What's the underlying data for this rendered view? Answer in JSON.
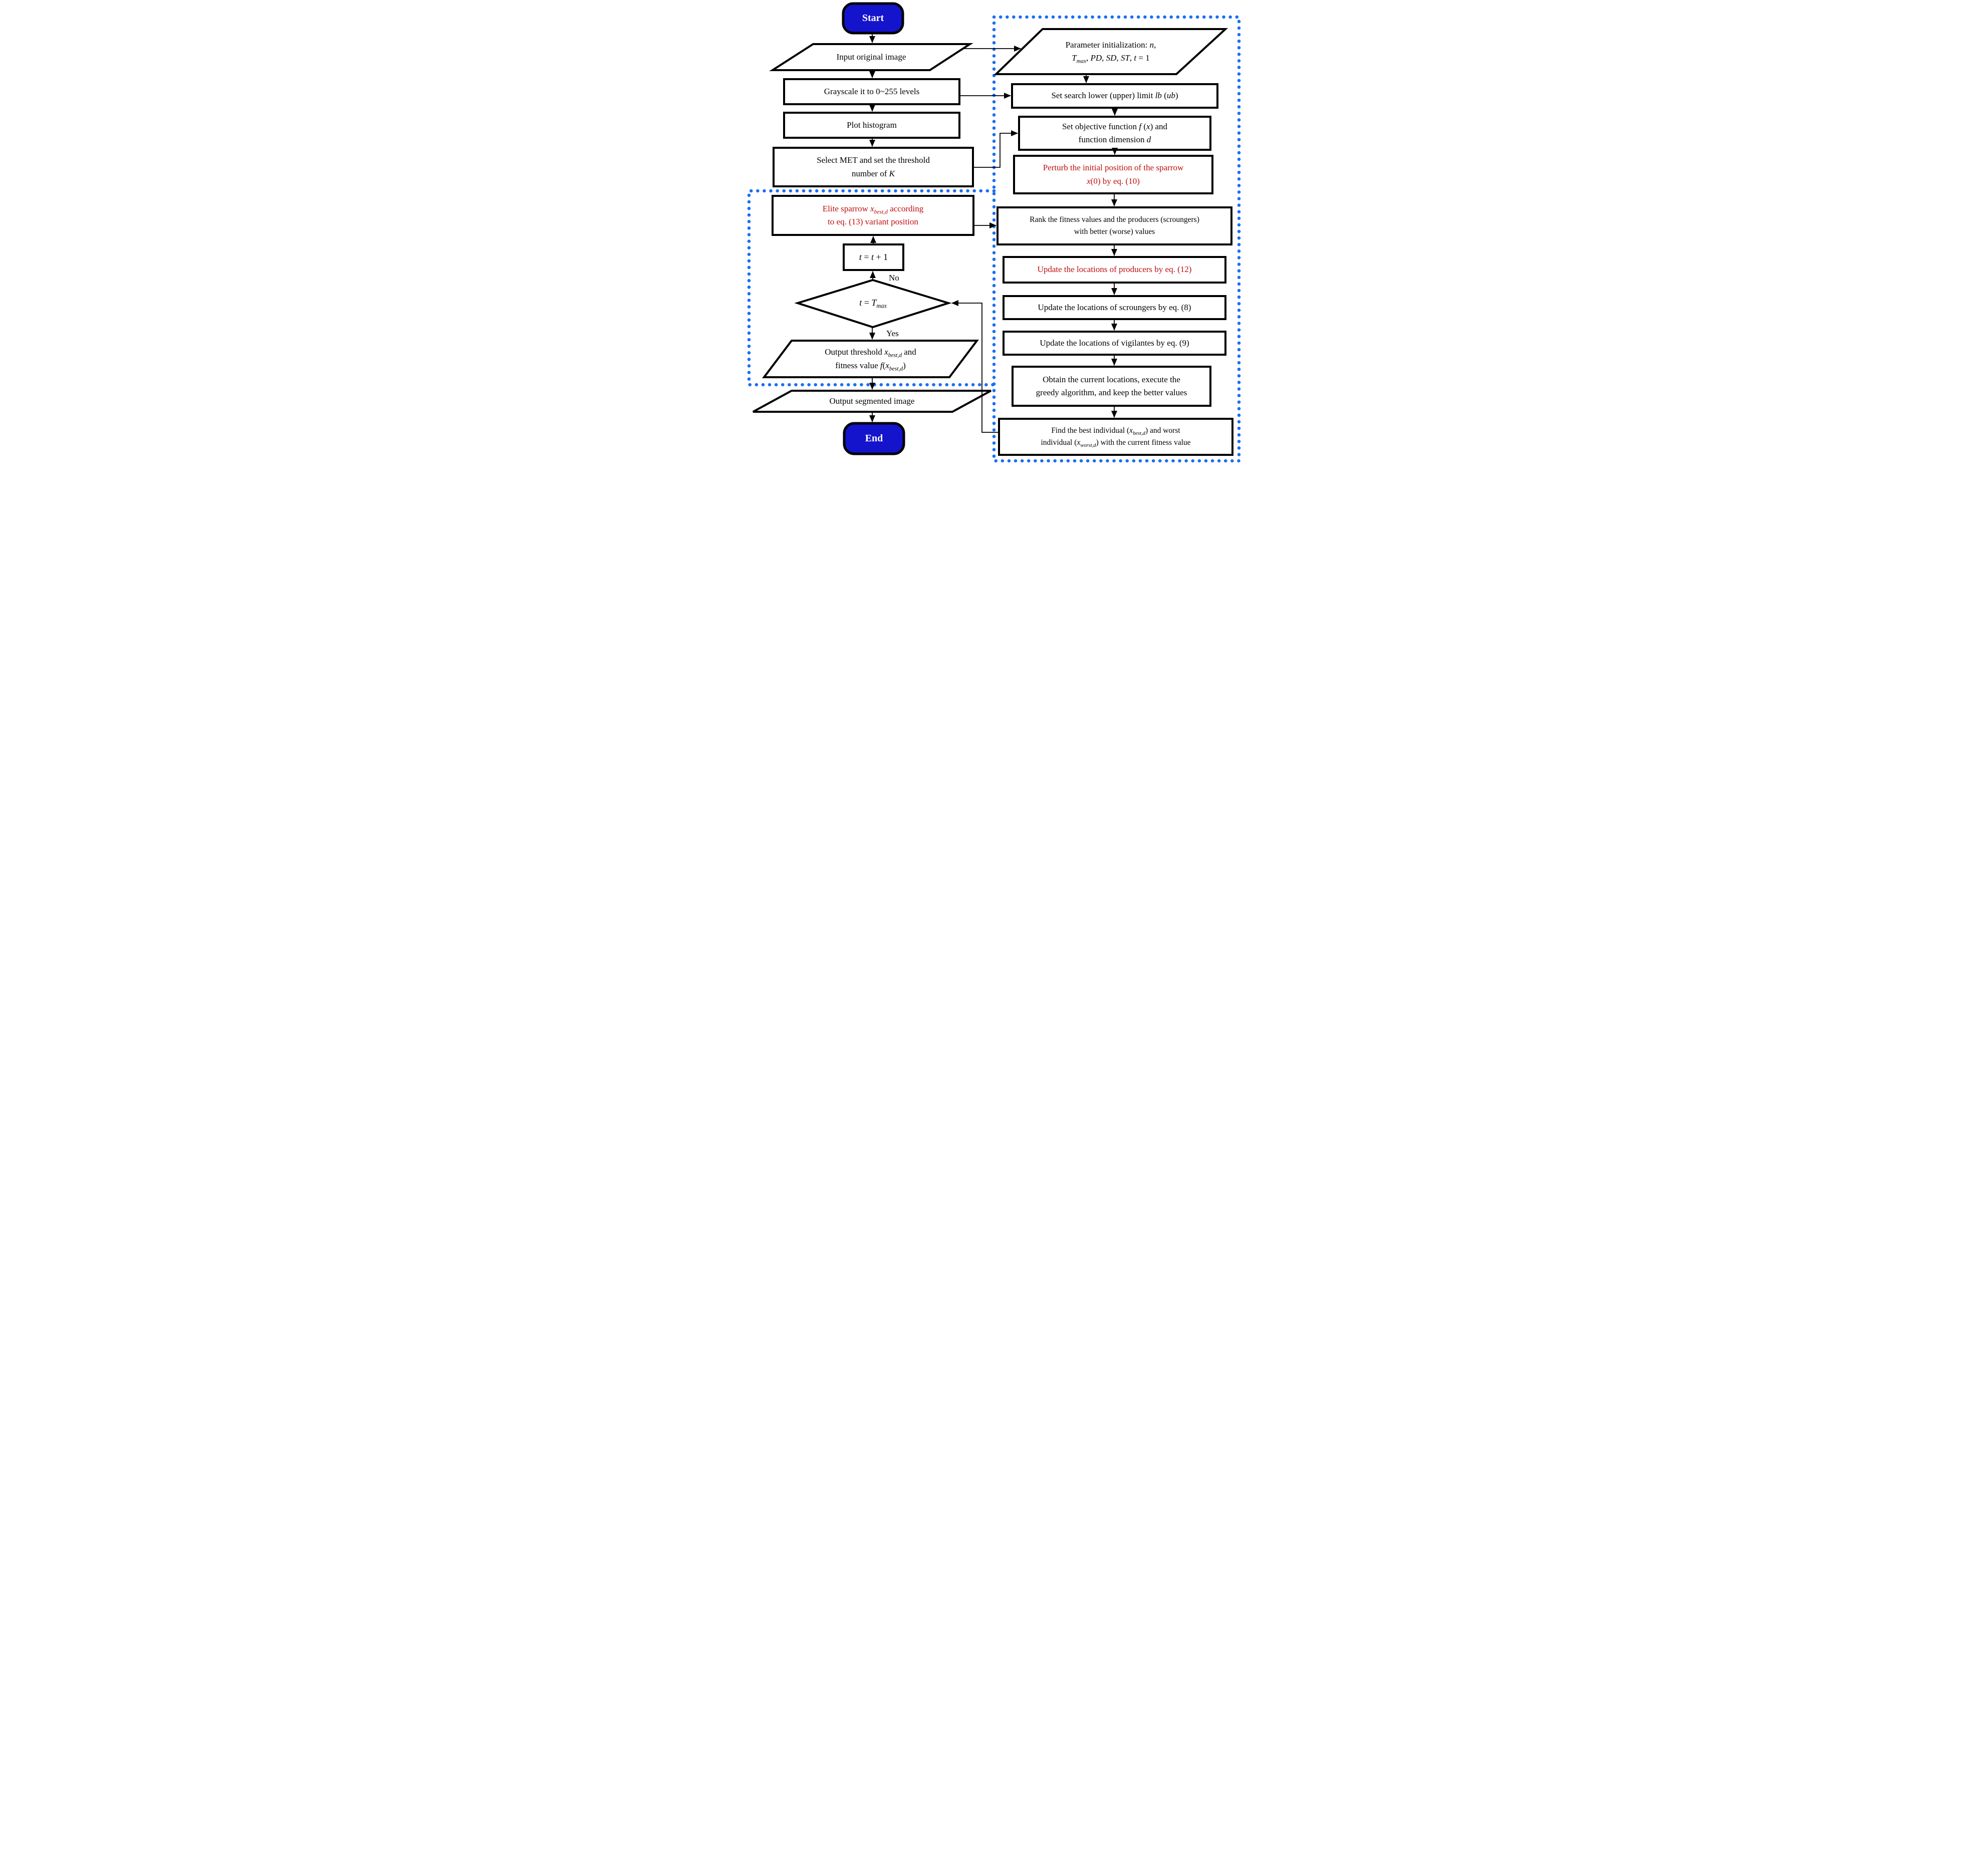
{
  "palette": {
    "terminal_fill": "#1414cc",
    "terminal_text": "#ffffff",
    "dotted_border_blue": "#1b6ef3",
    "highlight_red_text": "#c00d0d",
    "shape_border": "#000000",
    "shape_fill": "#ffffff"
  },
  "edge_labels": {
    "no": "No",
    "yes": "Yes"
  },
  "nodes": {
    "start": {
      "type": "terminal",
      "label": "Start"
    },
    "end": {
      "type": "terminal",
      "label": "End"
    },
    "input_image": {
      "type": "io",
      "lines": [
        [
          {
            "t": "Input original image"
          }
        ]
      ]
    },
    "grayscale": {
      "type": "process",
      "lines": [
        [
          {
            "t": "Grayscale it to 0~255 levels"
          }
        ]
      ]
    },
    "plot_histogram": {
      "type": "process",
      "lines": [
        [
          {
            "t": "Plot histogram"
          }
        ]
      ]
    },
    "select_met": {
      "type": "process",
      "lines": [
        [
          {
            "t": "Select MET and set the threshold"
          }
        ],
        [
          {
            "t": "number of  "
          },
          {
            "t": "K",
            "it": true
          }
        ]
      ]
    },
    "elite_sparrow": {
      "type": "process",
      "color": "red",
      "lines": [
        [
          {
            "t": "Elite sparrow  "
          },
          {
            "t": "x",
            "it": true,
            "sub": "best,d"
          },
          {
            "t": " according"
          }
        ],
        [
          {
            "t": "to eq. (13) variant position"
          }
        ]
      ]
    },
    "t_increment": {
      "type": "process",
      "lines": [
        [
          {
            "t": "t",
            "it": true
          },
          {
            "t": " = "
          },
          {
            "t": "t",
            "it": true
          },
          {
            "t": " + 1"
          }
        ]
      ]
    },
    "t_max_decision": {
      "type": "decision",
      "lines": [
        [
          {
            "t": "t",
            "it": true
          },
          {
            "t": " = "
          },
          {
            "t": "T",
            "it": true,
            "sub": "max"
          }
        ]
      ]
    },
    "output_threshold": {
      "type": "io",
      "lines": [
        [
          {
            "t": "Output threshold  "
          },
          {
            "t": "x",
            "it": true,
            "sub": "best,d"
          },
          {
            "t": "  and"
          }
        ],
        [
          {
            "t": "fitness value  "
          },
          {
            "t": "f",
            "it": true
          },
          {
            "t": "("
          },
          {
            "t": "x",
            "it": true,
            "sub": "best,d"
          },
          {
            "t": ")"
          }
        ]
      ]
    },
    "output_segmented": {
      "type": "io",
      "lines": [
        [
          {
            "t": "Output segmented image"
          }
        ]
      ]
    },
    "parameter_init": {
      "type": "io",
      "lines": [
        [
          {
            "t": "Parameter initialization:  "
          },
          {
            "t": "n",
            "it": true
          },
          {
            "t": ","
          }
        ],
        [
          {
            "t": "T",
            "it": true,
            "sub": "max"
          },
          {
            "t": ",  "
          },
          {
            "t": "PD",
            "it": true
          },
          {
            "t": ",  "
          },
          {
            "t": "SD",
            "it": true
          },
          {
            "t": ",  "
          },
          {
            "t": "ST",
            "it": true
          },
          {
            "t": ",  "
          },
          {
            "t": "t",
            "it": true
          },
          {
            "t": " = 1"
          }
        ]
      ]
    },
    "set_search": {
      "type": "process",
      "lines": [
        [
          {
            "t": "Set search lower (upper) limit "
          },
          {
            "t": "lb",
            "it": true
          },
          {
            "t": " ("
          },
          {
            "t": "ub",
            "it": true
          },
          {
            "t": ")"
          }
        ]
      ]
    },
    "set_objective": {
      "type": "process",
      "lines": [
        [
          {
            "t": "Set objective function  "
          },
          {
            "t": "f",
            "it": true
          },
          {
            "t": " ("
          },
          {
            "t": "x",
            "it": true
          },
          {
            "t": ")  and"
          }
        ],
        [
          {
            "t": "function dimension  "
          },
          {
            "t": "d",
            "it": true
          }
        ]
      ]
    },
    "perturb": {
      "type": "process",
      "color": "red",
      "lines": [
        [
          {
            "t": "Perturb the initial position of the sparrow"
          }
        ],
        [
          {
            "t": "x",
            "it": true
          },
          {
            "t": "(0)  by eq. (10)"
          }
        ]
      ]
    },
    "rank_fitness": {
      "type": "process",
      "lines": [
        [
          {
            "t": "Rank the fitness values and the producers (scroungers)"
          }
        ],
        [
          {
            "t": "with better (worse) values"
          }
        ]
      ]
    },
    "update_producers": {
      "type": "process",
      "color": "red",
      "lines": [
        [
          {
            "t": "Update the locations of producers by eq. (12)"
          }
        ]
      ]
    },
    "update_scroungers": {
      "type": "process",
      "lines": [
        [
          {
            "t": "Update the locations of scroungers by eq. (8)"
          }
        ]
      ]
    },
    "update_vigilantes": {
      "type": "process",
      "lines": [
        [
          {
            "t": "Update the locations of vigilantes by eq. (9)"
          }
        ]
      ]
    },
    "obtain_locations": {
      "type": "process",
      "lines": [
        [
          {
            "t": "Obtain the current locations, execute the"
          }
        ],
        [
          {
            "t": "greedy algorithm, and keep the better values"
          }
        ]
      ]
    },
    "find_best_worst": {
      "type": "process",
      "lines": [
        [
          {
            "t": "Find the best individual ("
          },
          {
            "t": "x",
            "it": true,
            "sub": "best,d"
          },
          {
            "t": ") and worst"
          }
        ],
        [
          {
            "t": "individual ("
          },
          {
            "t": "x",
            "it": true,
            "sub": "worst,d"
          },
          {
            "t": ") with the current fitness value"
          }
        ]
      ]
    }
  }
}
